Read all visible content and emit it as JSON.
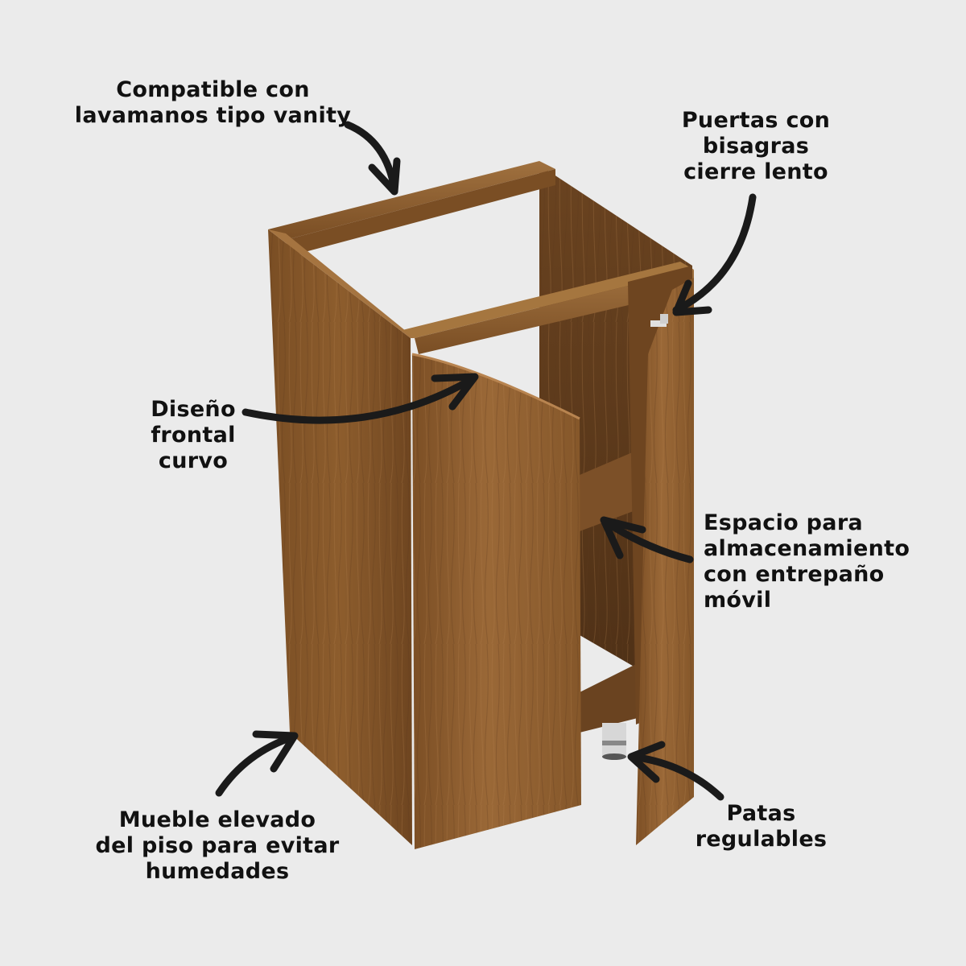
{
  "colors": {
    "background": "#ebebeb",
    "text": "#111111",
    "arrow": "#1a1a1a",
    "wood_dark": "#6b4420",
    "wood_mid": "#8a5a2b",
    "wood_light": "#a8753f",
    "wood_shadow": "#4e3016",
    "leg": "#d9d9d9"
  },
  "callouts": {
    "vanity": {
      "lines": [
        "Compatible con",
        "lavamanos tipo vanity"
      ],
      "icon": "curved-arrow-down-icon"
    },
    "hinges": {
      "lines": [
        "Puertas con",
        "bisagras",
        "cierre lento"
      ],
      "icon": "curved-arrow-down-left-icon"
    },
    "curved_front": {
      "lines": [
        "Diseño",
        "frontal",
        "curvo"
      ],
      "icon": "curved-arrow-right-icon"
    },
    "storage": {
      "lines": [
        "Espacio para",
        "almacenamiento",
        "con entrepaño",
        "móvil"
      ],
      "icon": "curved-arrow-left-icon"
    },
    "elevated": {
      "lines": [
        "Mueble elevado",
        "del piso para evitar",
        "humedades"
      ],
      "icon": "curved-arrow-up-right-icon"
    },
    "legs": {
      "lines": [
        "Patas",
        "regulables"
      ],
      "icon": "curved-arrow-up-left-icon"
    }
  },
  "product": {
    "name": "bathroom-vanity-cabinet",
    "finish": "wood"
  }
}
